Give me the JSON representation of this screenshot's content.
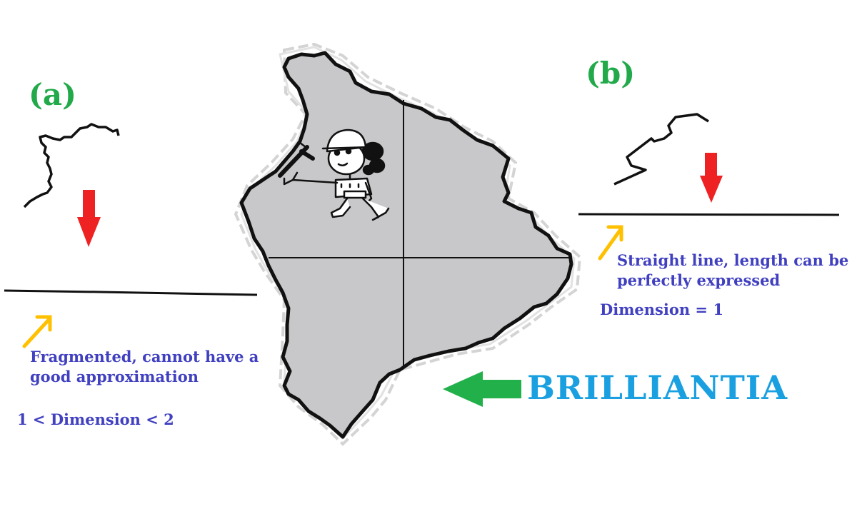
{
  "labels": {
    "a": "(a)",
    "b": "(b)"
  },
  "panel_a": {
    "description": "Fragmented, cannot have a good approximation",
    "dimension": "1 < Dimension < 2"
  },
  "panel_b": {
    "description": "Straight line, length can be perfectly expressed",
    "dimension": "Dimension = 1"
  },
  "island": {
    "name": "BRILLIANTIA"
  },
  "colors": {
    "label_green": "#22aa4a",
    "text_blue": "#4040c0",
    "red_arrow": "#ee2222",
    "yellow_arrow": "#ffc000",
    "green_arrow": "#22b04b",
    "name_blue": "#1aa0e0",
    "island_fill": "#c8c8ca"
  }
}
